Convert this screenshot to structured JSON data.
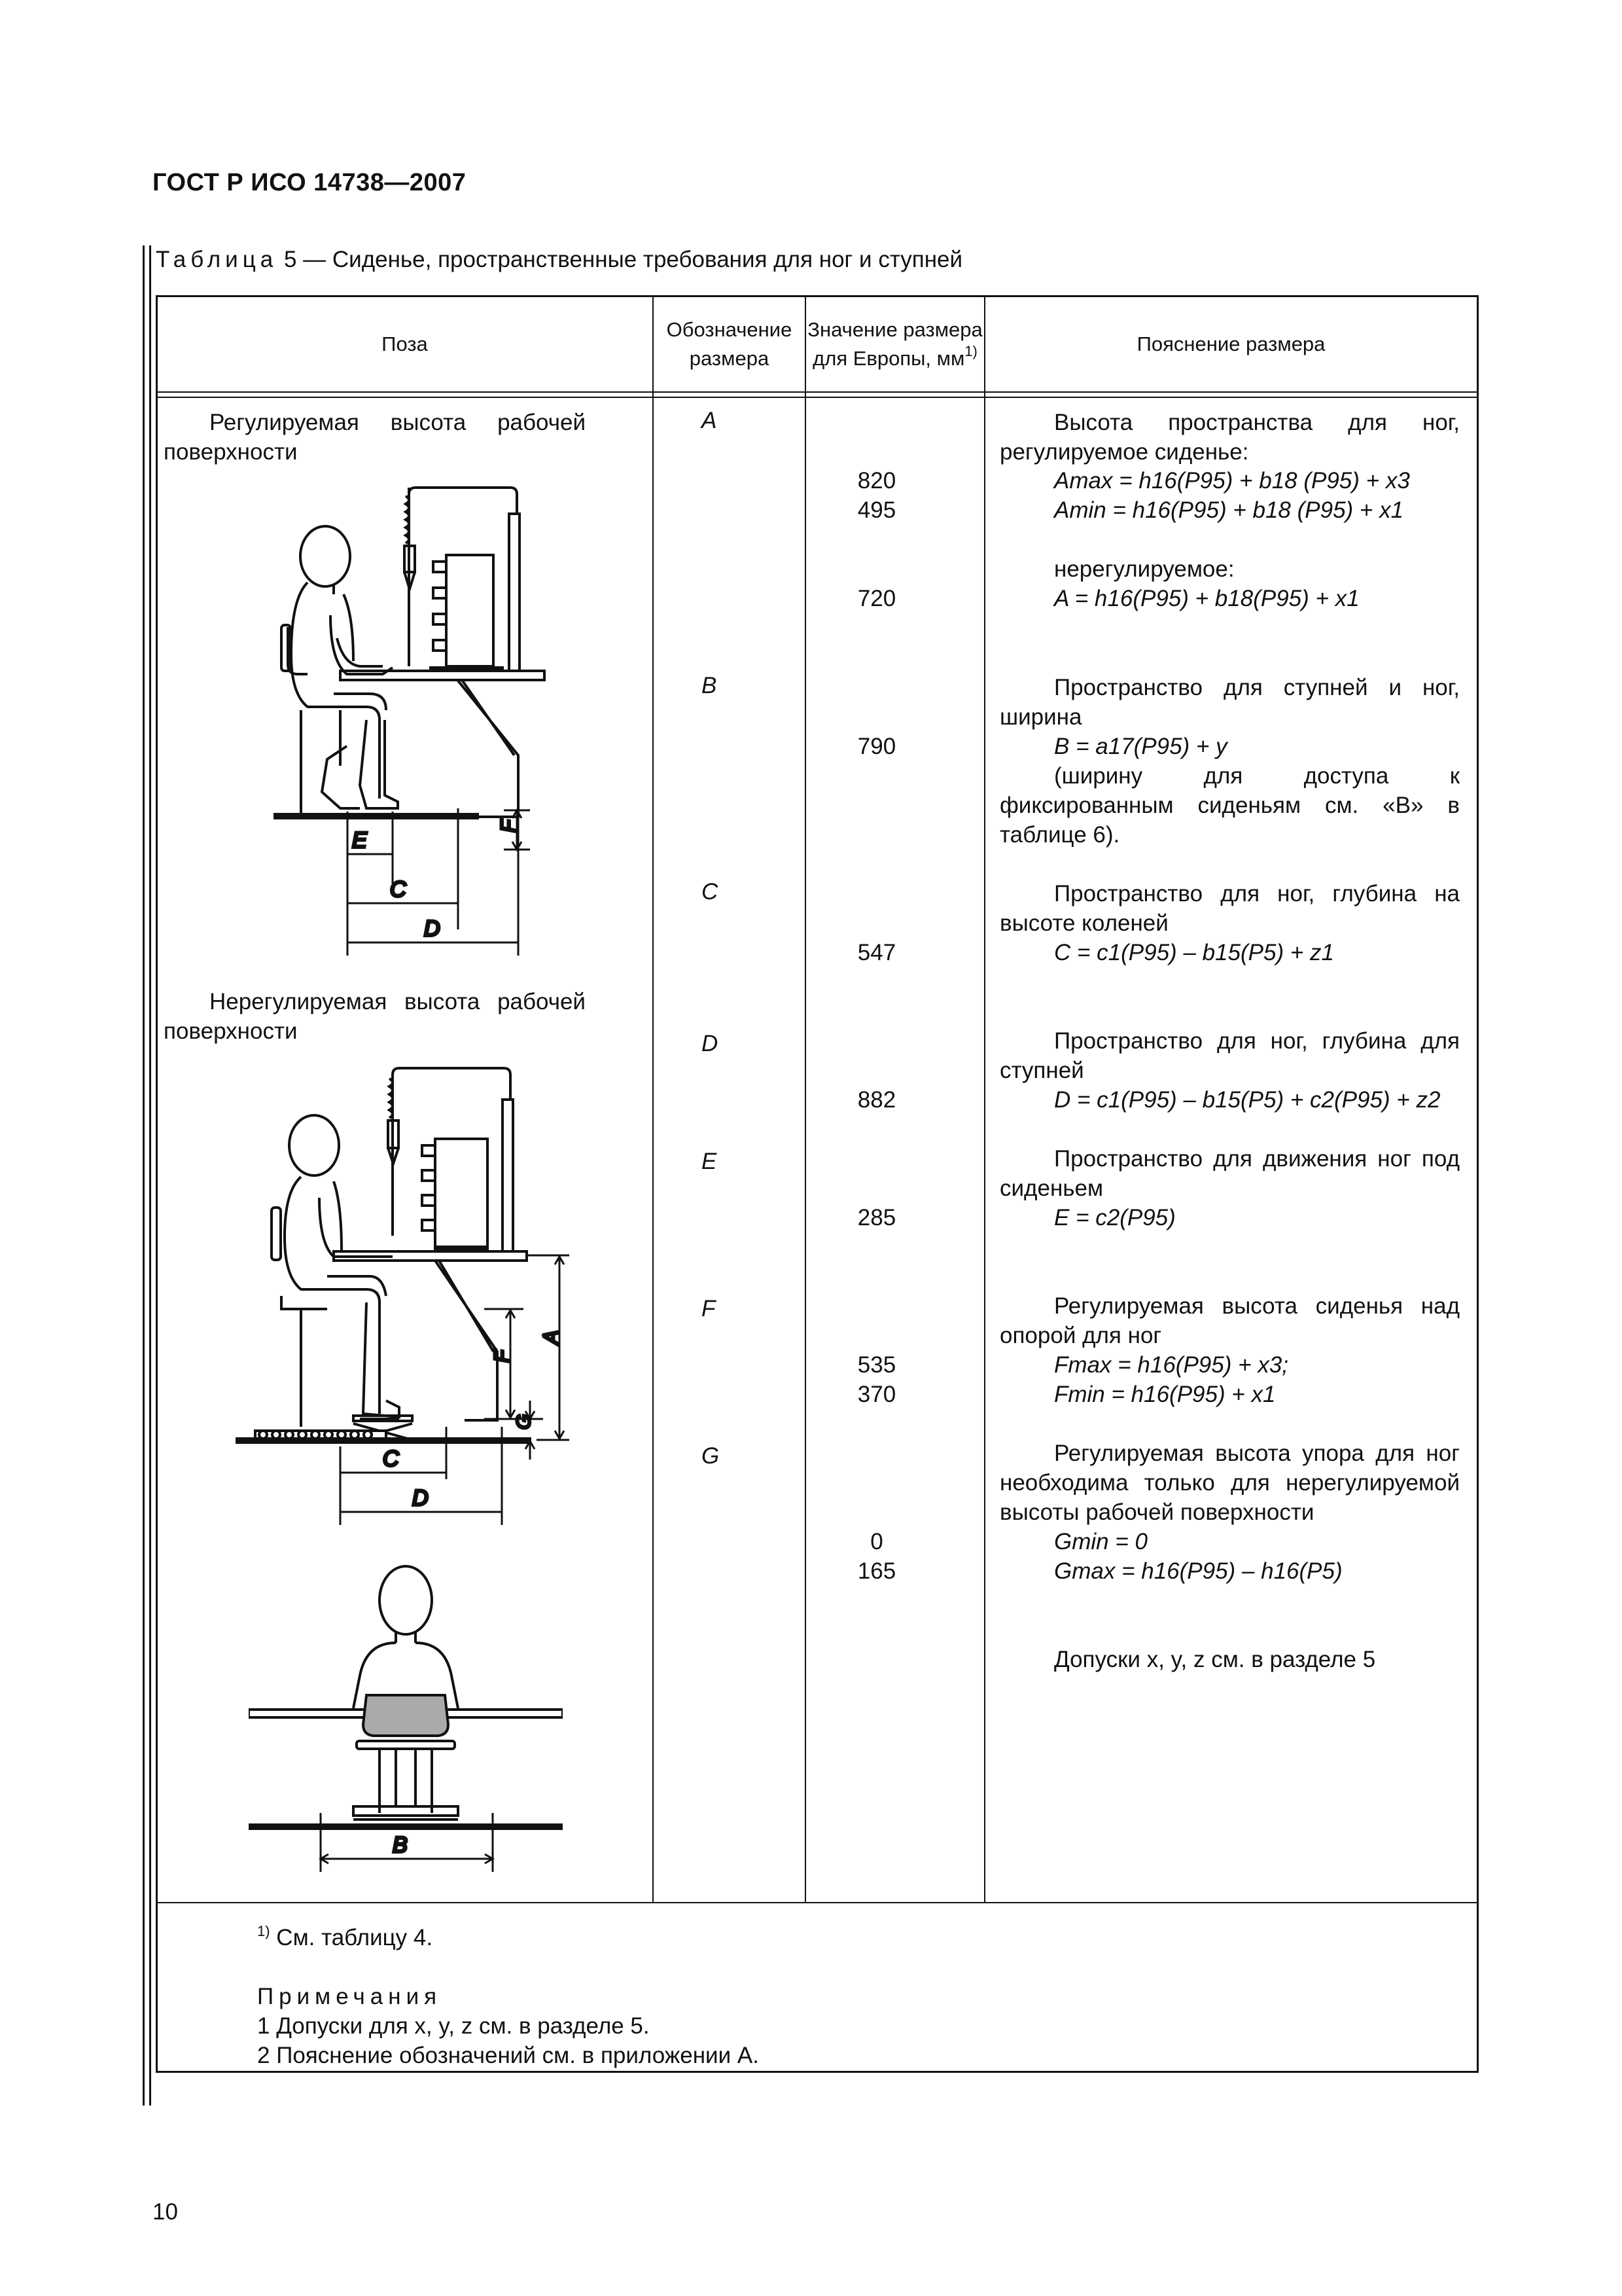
{
  "header": {
    "standard_id": "ГОСТ Р ИСО 14738—2007"
  },
  "table": {
    "caption_word": "Таблица",
    "caption_rest": " 5 — Сиденье, пространственные требования для ног и ступней",
    "columns": {
      "pose": "Поза",
      "designation": "Обозначение размера",
      "value": "Значение размера для Европы, мм",
      "value_note": "1)",
      "explanation": "Пояснение размера"
    },
    "pose_labels": {
      "adjustable": "Регулируемая высота рабочей поверхности",
      "non_adjustable": "Нерегулируемая высота рабочей поверхности"
    },
    "figure_labels": {
      "E": "E",
      "C": "C",
      "D": "D",
      "F": "F",
      "A": "A",
      "G": "G",
      "B": "B"
    },
    "designations": [
      "A",
      "B",
      "C",
      "D",
      "E",
      "F",
      "G"
    ],
    "values": {
      "a_max": "820",
      "a_min": "495",
      "a_fixed": "720",
      "b": "790",
      "c": "547",
      "d": "882",
      "e": "285",
      "f_max": "535",
      "f_min": "370",
      "g_min": "0",
      "g_max": "165"
    },
    "explanations": {
      "a_title": "Высота пространства для ног, регулируемое сиденье:",
      "a_max_formula": "Amax = h16(P95) + b18 (P95) + x3",
      "a_min_formula": "Amin = h16(P95) + b18 (P95) + x1",
      "a_fixed_title": "нерегулируемое:",
      "a_fixed_formula": "A = h16(P95) + b18(P95) + x1",
      "b_title": "Пространство для ступней и ног, ширина",
      "b_formula": "B = a17(P95) + y",
      "b_note": "(ширину для доступа к фиксированным сиденьям см. «В» в таблице 6).",
      "c_title": "Пространство для ног, глубина на высоте коленей",
      "c_formula": "C = c1(P95) – b15(P5) + z1",
      "d_title": "Пространство для ног, глубина для ступней",
      "d_formula": "D = c1(P95) – b15(P5) + c2(P95) + z2",
      "e_title": "Пространство для движения ног под сиденьем",
      "e_formula": "E = c2(P95)",
      "f_title": "Регулируемая высота сиденья над опорой для ног",
      "f_max_formula": "Fmax = h16(P95) + x3;",
      "f_min_formula": "Fmin = h16(P95) + x1",
      "g_title": "Регулируемая высота упора для ног необходима только для нерегулируемой высоты рабочей поверхности",
      "g_min_formula": "Gmin = 0",
      "g_max_formula": "Gmax = h16(P95) – h16(P5)",
      "tolerances": "Допуски x, y, z см. в разделе 5"
    },
    "footnote": {
      "mark": "1)",
      "text": " См. таблицу 4.",
      "notes_title": "Примечания",
      "note1": "1 Допуски для x, y, z см. в разделе 5.",
      "note2": "2 Пояснение обозначений см. в приложении А."
    }
  },
  "page_number": "10"
}
